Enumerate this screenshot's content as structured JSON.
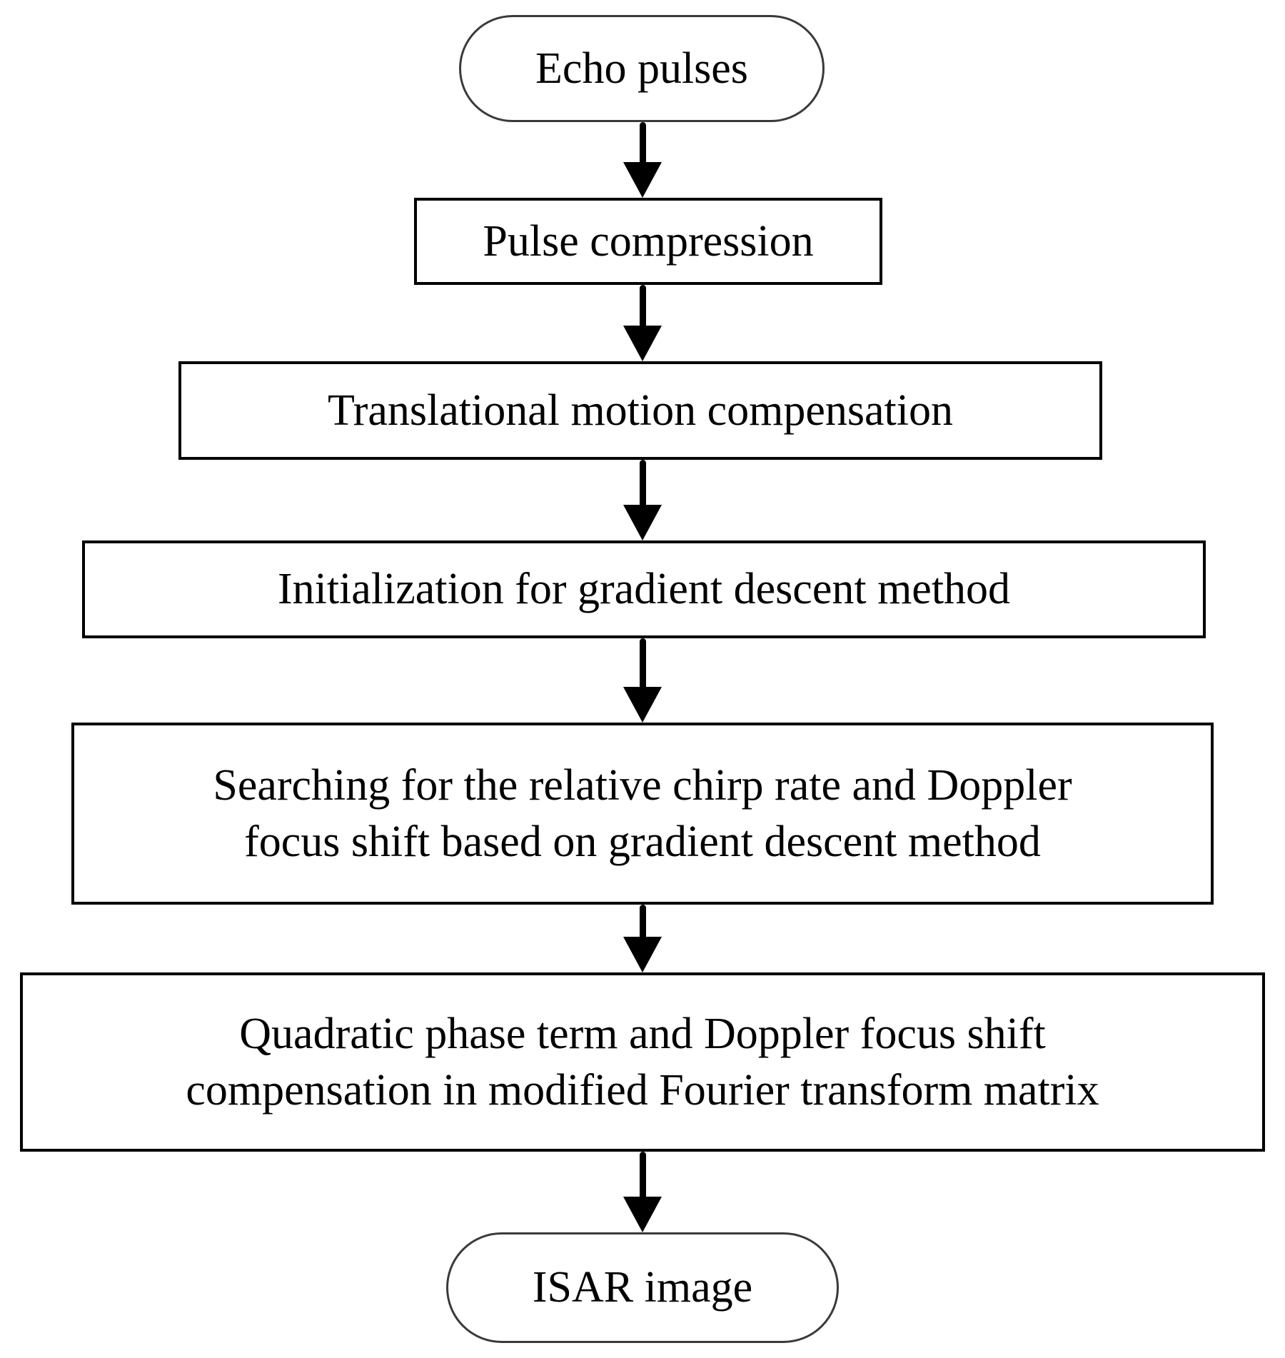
{
  "figure": {
    "type": "flowchart",
    "background": "#ffffff",
    "colors": {
      "process_border": "#000000",
      "terminator_border": "#3a3a3a",
      "text": "#000000",
      "arrow": "#000000"
    },
    "nodes": [
      {
        "id": "echo-pulses",
        "shape": "terminator",
        "lines": [
          "Echo pulses"
        ]
      },
      {
        "id": "pulse-compression",
        "shape": "process",
        "lines": [
          "Pulse compression"
        ]
      },
      {
        "id": "translational-motion-compensation",
        "shape": "process",
        "lines": [
          "Translational motion compensation"
        ]
      },
      {
        "id": "initialization-gradient-descent",
        "shape": "process",
        "lines": [
          "Initialization for gradient descent method"
        ]
      },
      {
        "id": "searching-chirp-rate",
        "shape": "process",
        "lines": [
          "Searching for the relative chirp rate and Doppler",
          "focus shift based on gradient descent method"
        ]
      },
      {
        "id": "quadratic-phase-compensation",
        "shape": "process",
        "lines": [
          "Quadratic phase term and Doppler focus shift",
          "compensation in modified Fourier transform matrix"
        ]
      },
      {
        "id": "isar-image",
        "shape": "terminator",
        "lines": [
          "ISAR image"
        ]
      }
    ],
    "edges": [
      {
        "from": "echo-pulses",
        "to": "pulse-compression",
        "icon": "down-arrow-icon"
      },
      {
        "from": "pulse-compression",
        "to": "translational-motion-compensation",
        "icon": "down-arrow-icon"
      },
      {
        "from": "translational-motion-compensation",
        "to": "initialization-gradient-descent",
        "icon": "down-arrow-icon"
      },
      {
        "from": "initialization-gradient-descent",
        "to": "searching-chirp-rate",
        "icon": "down-arrow-icon"
      },
      {
        "from": "searching-chirp-rate",
        "to": "quadratic-phase-compensation",
        "icon": "down-arrow-icon"
      },
      {
        "from": "quadratic-phase-compensation",
        "to": "isar-image",
        "icon": "down-arrow-icon"
      }
    ]
  }
}
